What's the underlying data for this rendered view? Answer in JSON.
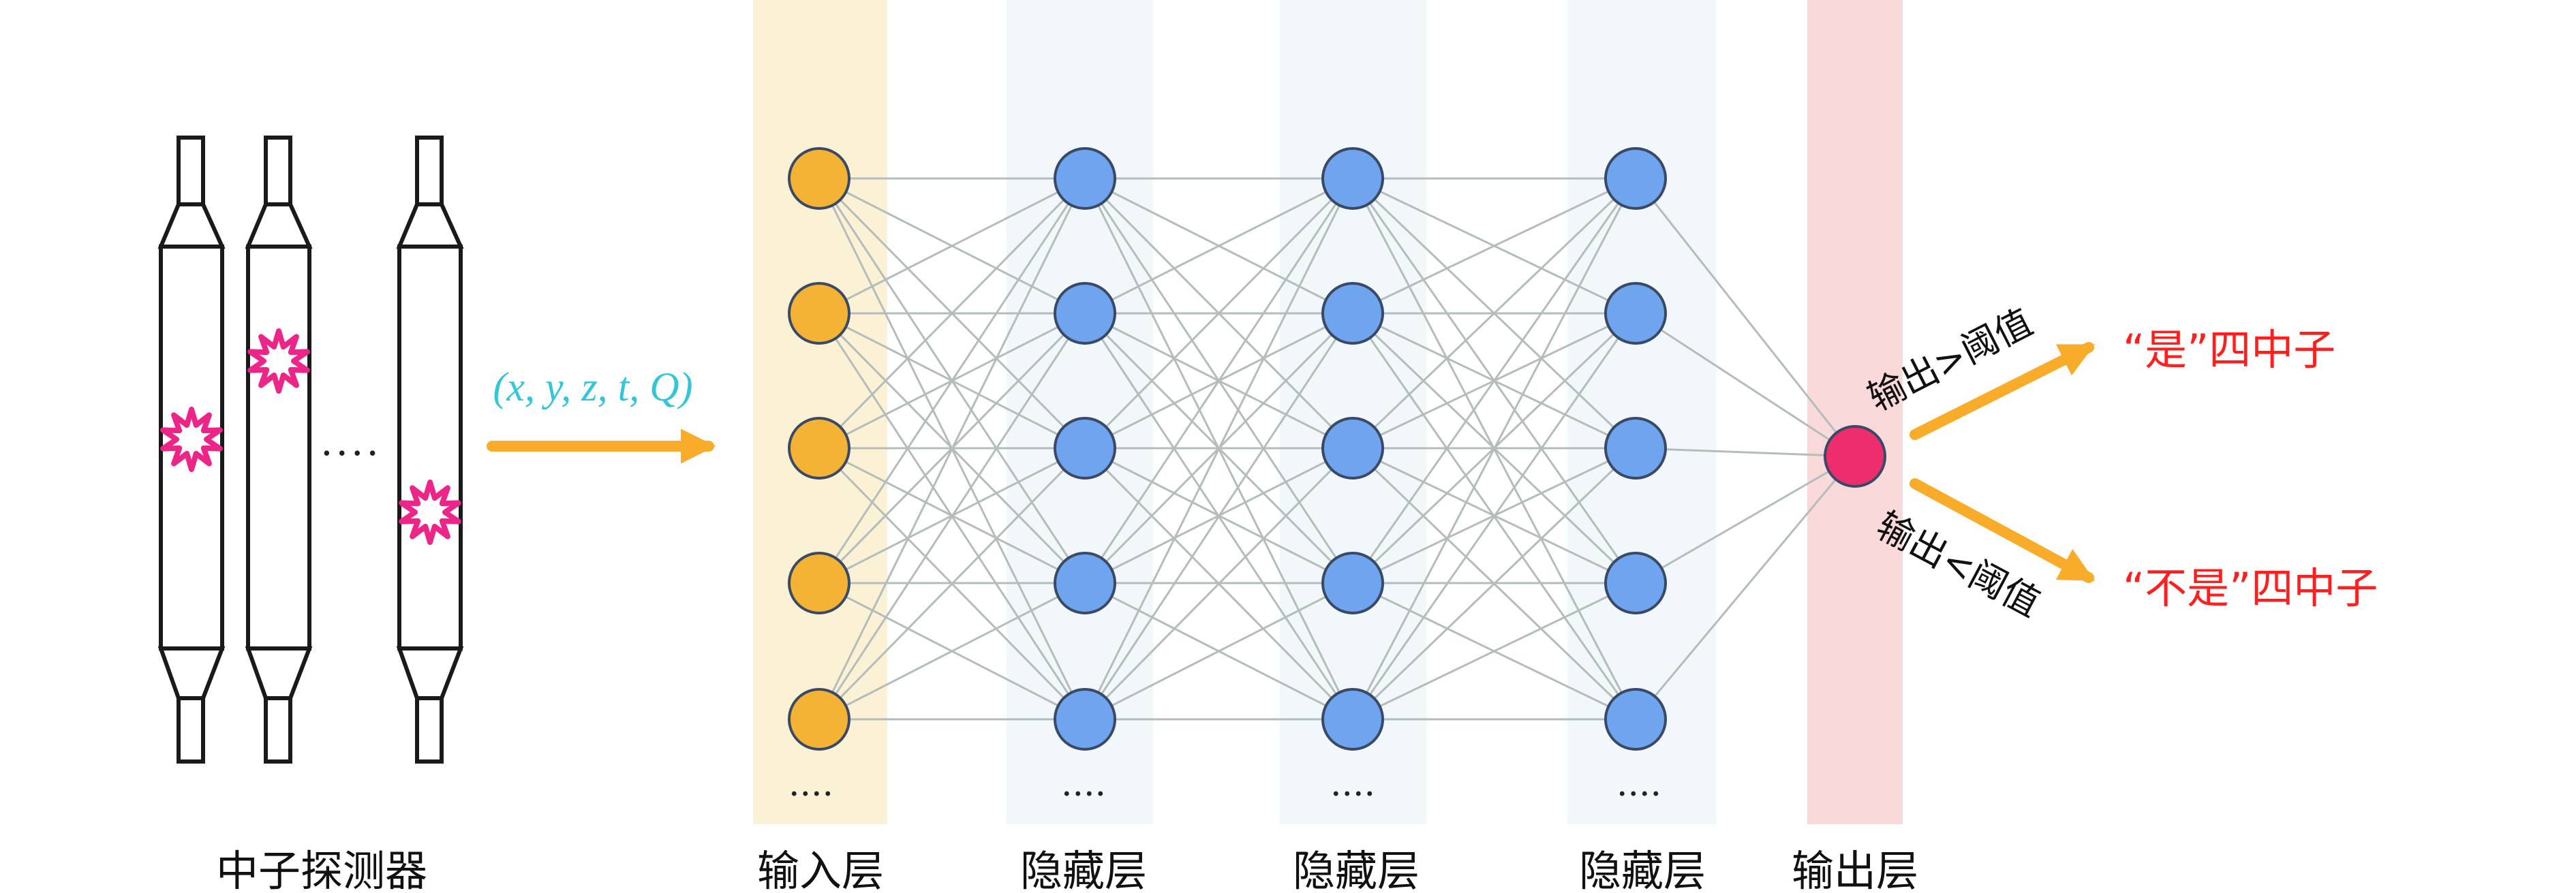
{
  "detector_label": "中子探测器",
  "detector_ellipsis": "....",
  "input_tuple": "(x, y, z, t, Q)",
  "layers": {
    "input": {
      "label": "输入层",
      "ellipsis": "...."
    },
    "hidden1": {
      "label": "隐藏层",
      "ellipsis": "...."
    },
    "hidden2": {
      "label": "隐藏层",
      "ellipsis": "...."
    },
    "hidden3": {
      "label": "隐藏层",
      "ellipsis": "...."
    },
    "output": {
      "label": "输出层"
    }
  },
  "branch_upper": {
    "condition": "输出>阈值",
    "result": "“是”四中子"
  },
  "branch_lower": {
    "condition": "输出<阈值",
    "result": "“不是”四中子"
  },
  "colors": {
    "input_node": "#f5b335",
    "hidden_node": "#6fa5ee",
    "output_node": "#ee2d6e",
    "arrow": "#f8ac2a",
    "tuple_text": "#33c6d6",
    "result_text": "#ff1f1f",
    "star": "#ee2588"
  }
}
